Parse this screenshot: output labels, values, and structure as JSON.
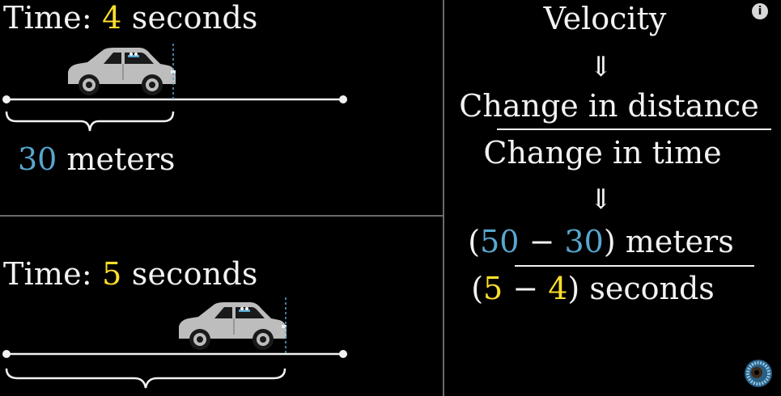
{
  "top_panel": {
    "time_prefix": "Time: ",
    "time_value": "4",
    "time_unit": " seconds",
    "distance_value": "30",
    "distance_unit": " meters"
  },
  "bottom_panel": {
    "time_prefix": "Time: ",
    "time_value": "5",
    "time_unit": " seconds"
  },
  "formula": {
    "title": "Velocity",
    "arrow": "⇓",
    "numerator_text": "Change in distance",
    "denominator_text": "Change in time",
    "num_open": "(",
    "num_a": "50",
    "num_minus": " − ",
    "num_b": "30",
    "num_close": ") meters",
    "den_open": "(",
    "den_a": "5",
    "den_minus": " − ",
    "den_b": "4",
    "den_close": ") seconds"
  },
  "icons": {
    "info_glyph": "i",
    "info": "info-icon",
    "logo": "3blue1brown-logo-icon",
    "car": "car-icon"
  },
  "colors": {
    "background": "#000000",
    "text": "#f2f2f2",
    "time_accent": "#ffde2b",
    "distance_accent": "#58a6cf",
    "car_body": "#bdbdbd",
    "divider": "#6b6b6b"
  }
}
